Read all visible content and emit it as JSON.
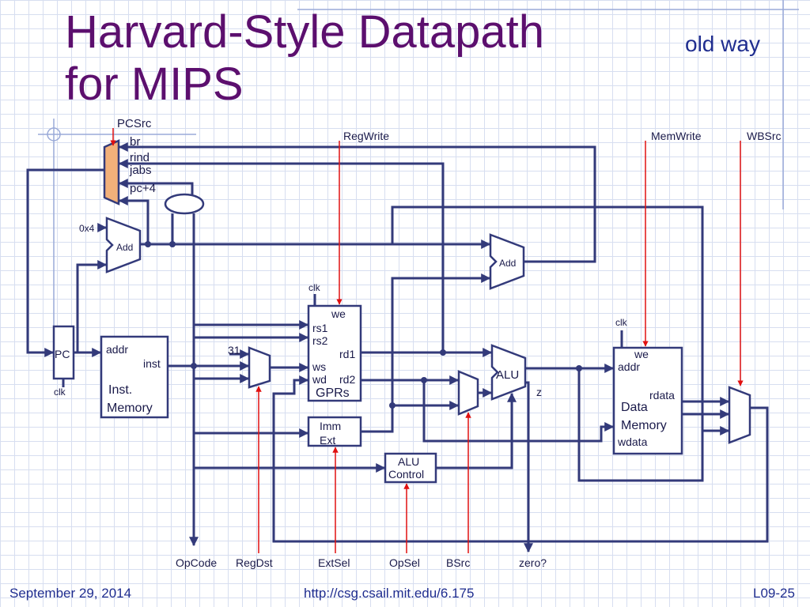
{
  "slide": {
    "title_line1": "Harvard-Style Datapath",
    "title_line2": "for MIPS",
    "subtitle": "old way"
  },
  "footer": {
    "date": "September 29, 2014",
    "url": "http://csg.csail.mit.edu/6.175",
    "slide_number": "L09-25"
  },
  "diagram": {
    "pc_mux_inputs": [
      "br",
      "rind",
      "jabs",
      "pc+4"
    ],
    "pc_mux_control": "PCSrc",
    "constant_four": "0x4",
    "adder_label": "Add",
    "pc_label": "PC",
    "clk_label": "clk",
    "inst_mem": {
      "addr": "addr",
      "inst": "inst",
      "name_line1": "Inst.",
      "name_line2": "Memory"
    },
    "const31": "31",
    "gprs": {
      "we": "we",
      "rs1": "rs1",
      "rs2": "rs2",
      "ws": "ws",
      "wd": "wd",
      "rd1": "rd1",
      "rd2": "rd2",
      "name": "GPRs"
    },
    "imm": {
      "line1": "Imm",
      "line2": "Ext"
    },
    "alu": {
      "name": "ALU",
      "z": "z"
    },
    "alu_control": {
      "line1": "ALU",
      "line2": "Control"
    },
    "data_mem": {
      "we": "we",
      "addr": "addr",
      "rdata": "rdata",
      "name_line1": "Data",
      "name_line2": "Memory",
      "wdata": "wdata"
    },
    "controls": {
      "RegWrite": "RegWrite",
      "MemWrite": "MemWrite",
      "WBSrc": "WBSrc",
      "OpCode": "OpCode",
      "RegDst": "RegDst",
      "ExtSel": "ExtSel",
      "OpSel": "OpSel",
      "BSrc": "BSrc",
      "zero": "zero?"
    }
  }
}
